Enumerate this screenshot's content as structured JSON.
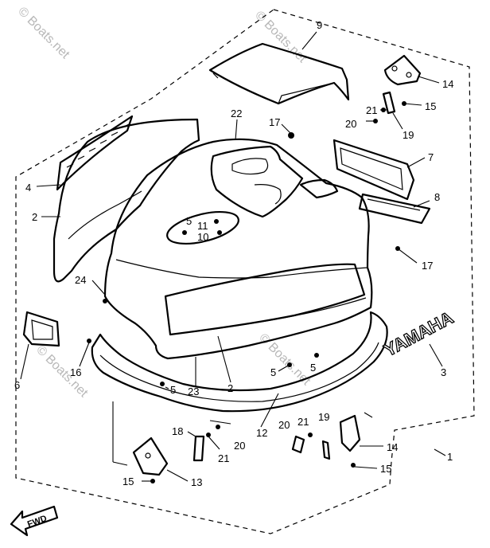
{
  "watermark": "© Boats.net",
  "brand_text": "YAMAHA",
  "direction_label": "FWD",
  "callouts": [
    {
      "id": "c9",
      "text": "9"
    },
    {
      "id": "c14a",
      "text": "14"
    },
    {
      "id": "c21a",
      "text": "21"
    },
    {
      "id": "c15a",
      "text": "15"
    },
    {
      "id": "c20a",
      "text": "20"
    },
    {
      "id": "c19a",
      "text": "19"
    },
    {
      "id": "c22",
      "text": "22"
    },
    {
      "id": "c17a",
      "text": "17"
    },
    {
      "id": "c7",
      "text": "7"
    },
    {
      "id": "c4",
      "text": "4"
    },
    {
      "id": "c8",
      "text": "8"
    },
    {
      "id": "c2a",
      "text": "2"
    },
    {
      "id": "c5a",
      "text": "5"
    },
    {
      "id": "c11",
      "text": "11"
    },
    {
      "id": "c10",
      "text": "10"
    },
    {
      "id": "c17b",
      "text": "17"
    },
    {
      "id": "c24",
      "text": "24"
    },
    {
      "id": "c6",
      "text": "6"
    },
    {
      "id": "c16",
      "text": "16"
    },
    {
      "id": "c3",
      "text": "3"
    },
    {
      "id": "c5b",
      "text": "5"
    },
    {
      "id": "c5c",
      "text": "5"
    },
    {
      "id": "c5d",
      "text": "5"
    },
    {
      "id": "c23",
      "text": "23"
    },
    {
      "id": "c2b",
      "text": "2"
    },
    {
      "id": "c12",
      "text": "12"
    },
    {
      "id": "c20b",
      "text": "20"
    },
    {
      "id": "c21b",
      "text": "21"
    },
    {
      "id": "c19b",
      "text": "19"
    },
    {
      "id": "c18",
      "text": "18"
    },
    {
      "id": "c20c",
      "text": "20"
    },
    {
      "id": "c21c",
      "text": "21"
    },
    {
      "id": "c14b",
      "text": "14"
    },
    {
      "id": "c1",
      "text": "1"
    },
    {
      "id": "c15b",
      "text": "15"
    },
    {
      "id": "c15c",
      "text": "15"
    },
    {
      "id": "c13",
      "text": "13"
    }
  ]
}
